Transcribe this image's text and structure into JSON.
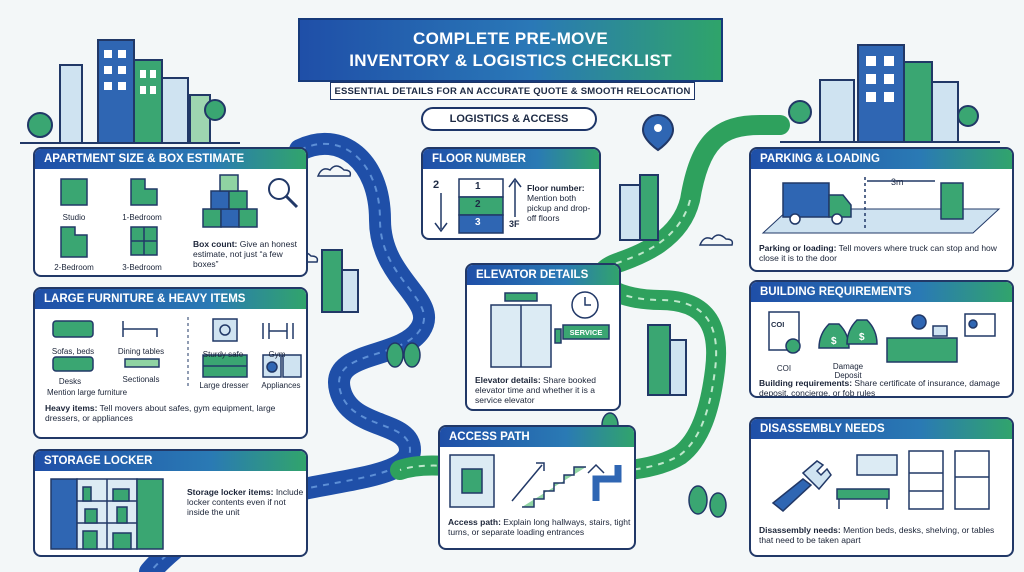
{
  "title": {
    "line1": "COMPLETE PRE-MOVE",
    "line2": "INVENTORY & LOGISTICS CHECKLIST",
    "subtitle": "ESSENTIAL DETAILS FOR AN ACCURATE QUOTE & SMOOTH RELOCATION",
    "section": "LOGISTICS & ACCESS"
  },
  "colors": {
    "navy": "#213867",
    "blue": "#1f4fa8",
    "green": "#31a46c",
    "light_green": "#8fd3a2"
  },
  "apartment": {
    "heading": "APARTMENT SIZE & BOX ESTIMATE",
    "layouts": [
      "Studio",
      "1-Bedroom",
      "2-Bedroom",
      "3-Bedroom"
    ],
    "note_bold": "Box count:",
    "note": " Give an honest estimate, not just “a few boxes”"
  },
  "furniture": {
    "heading": "LARGE FURNITURE & HEAVY ITEMS",
    "items": [
      "Sofas, beds",
      "Dining tables",
      "Desks",
      "Sectionals",
      "Mention large furniture",
      "Sturdy safe",
      "Gym",
      "Large dresser",
      "Appliances"
    ],
    "note_bold": "Heavy items:",
    "note": " Tell movers about safes, gym equipment, large dressers, or appliances"
  },
  "storage": {
    "heading": "STORAGE LOCKER",
    "note_bold": "Storage locker items:",
    "note": " Include locker contents even if not inside the unit"
  },
  "floor": {
    "heading": "FLOOR NUMBER",
    "levels": [
      "2",
      "1",
      "2",
      "3"
    ],
    "badge": "3F",
    "note_bold": "Floor number:",
    "note": " Mention both pickup and drop-off floors"
  },
  "elevator": {
    "heading": "ELEVATOR DETAILS",
    "sign": "SERVICE",
    "note_bold": "Elevator details:",
    "note": " Share booked elevator time and whether it is a service elevator"
  },
  "access": {
    "heading": "ACCESS PATH",
    "note_bold": "Access path:",
    "note": " Explain long hallways, stairs, tight turns, or separate loading entrances"
  },
  "parking": {
    "heading": "PARKING & LOADING",
    "distance": "3m",
    "note_bold": "Parking or loading:",
    "note": " Tell movers where truck can stop and how close it is to the door"
  },
  "building": {
    "heading": "BUILDING REQUIREMENTS",
    "doc_label": "COI",
    "doc_caption": "COI",
    "deposit_caption": "Damage Deposit",
    "note_bold": "Building requirements:",
    "note": " Share certificate of insurance, damage deposit, concierge, or fob rules"
  },
  "disassembly": {
    "heading": "DISASSEMBLY NEEDS",
    "note_bold": "Disassembly needs:",
    "note": " Mention beds, desks, shelving, or tables that need to be taken apart"
  }
}
